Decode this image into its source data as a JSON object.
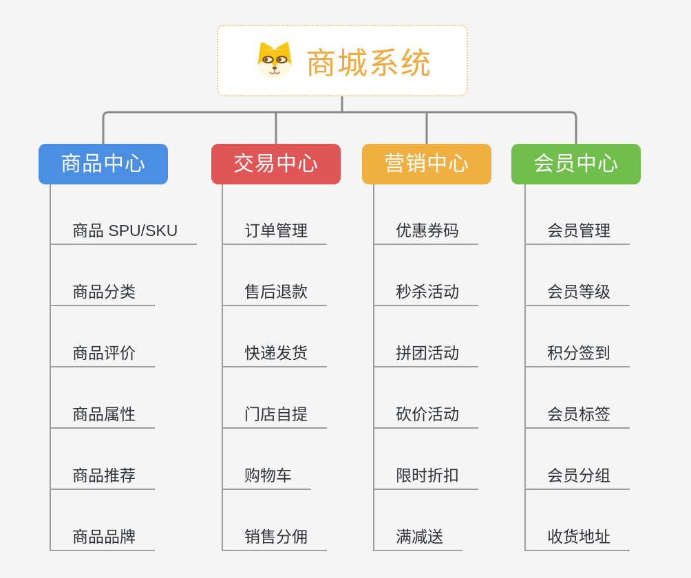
{
  "page": {
    "background": "#F5F5F6"
  },
  "root": {
    "title": "商城系统",
    "title_color": "#F2A93E",
    "border_color": "#F4C983",
    "icon": "dog-face-icon"
  },
  "branches": [
    {
      "label": "商品中心",
      "color": "#4A8FE2",
      "items": [
        "商品 SPU/SKU",
        "商品分类",
        "商品评价",
        "商品属性",
        "商品推荐",
        "商品品牌"
      ]
    },
    {
      "label": "交易中心",
      "color": "#E05656",
      "items": [
        "订单管理",
        "售后退款",
        "快递发货",
        "门店自提",
        "购物车",
        "销售分佣"
      ]
    },
    {
      "label": "营销中心",
      "color": "#EFB041",
      "items": [
        "优惠券码",
        "秒杀活动",
        "拼团活动",
        "砍价活动",
        "限时折扣",
        "满减送"
      ]
    },
    {
      "label": "会员中心",
      "color": "#70BE4B",
      "items": [
        "会员管理",
        "会员等级",
        "积分签到",
        "会员标签",
        "会员分组",
        "收货地址"
      ]
    }
  ],
  "lines": {
    "connector_color": "#8A8A8A",
    "spine_color": "#9E9E9E"
  }
}
